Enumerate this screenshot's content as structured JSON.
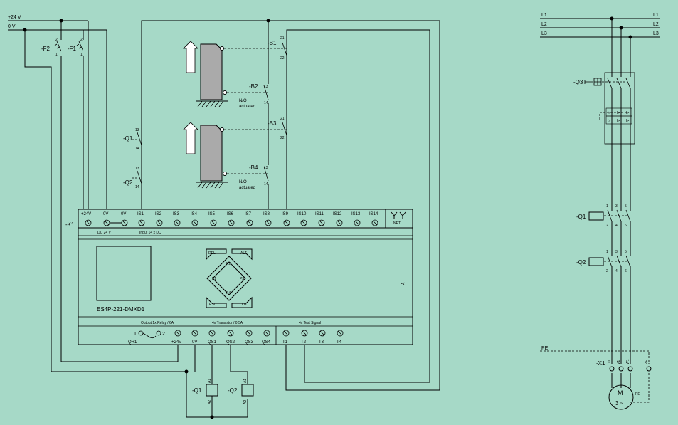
{
  "supply": {
    "v24": "+24 V",
    "v0": "0 V"
  },
  "fuses": {
    "f2": "-F2",
    "f1": "-F1"
  },
  "sensors": {
    "b1": "-B1",
    "b2": "-B2",
    "b3": "-B3",
    "b4": "-B4",
    "no_line1": "N/O",
    "no_line2": "actuated"
  },
  "contacts": {
    "q1": "-Q1",
    "q2": "-Q2"
  },
  "plc": {
    "tag": "-K1",
    "top_terminals": [
      "+24V",
      "0V",
      "0V",
      "IS1",
      "IS2",
      "IS3",
      "IS4",
      "IS5",
      "IS6",
      "IS7",
      "IS8",
      "IS9",
      "IS10",
      "IS11",
      "IS12",
      "IS13",
      "IS14"
    ],
    "net_label": "NET",
    "dc_label": "DC 24 V",
    "input_label": "Input 14 x DC",
    "model": "ES4P-221-DMXD1",
    "keys": {
      "del": "DEL",
      "alt": "ALT",
      "esc": "ESC",
      "ok": "OK",
      "p1": "P1",
      "p2": "P2",
      "p3": "P3",
      "p4": "P4"
    },
    "output_relay_label": "Output 1x Relay / 6A",
    "output_transistor_label": "4x Transistor / 0,5A",
    "test_signal_label": "4x Test Signal",
    "bottom_terminals": [
      "QR1",
      "+24V",
      "0V",
      "QS1",
      "QS2",
      "QS3",
      "QS4",
      "T1",
      "T2",
      "T3",
      "T4"
    ],
    "qr_pin1": "1",
    "qr_pin2": "2"
  },
  "coils": {
    "q1": "-Q1",
    "q2": "-Q2",
    "a1": "A1",
    "a2": "A2"
  },
  "power": {
    "phases": [
      "L1",
      "L2",
      "L3"
    ],
    "breaker": "-Q3",
    "contactor_q1": "-Q1",
    "contactor_q2": "-Q2",
    "pe": "PE",
    "terminal": "-X1",
    "terminal_pins": [
      "U1",
      "V1",
      "W1",
      "PE"
    ],
    "motor_m": "M",
    "motor_phase": "3 ~",
    "motor_pe": "PE"
  }
}
